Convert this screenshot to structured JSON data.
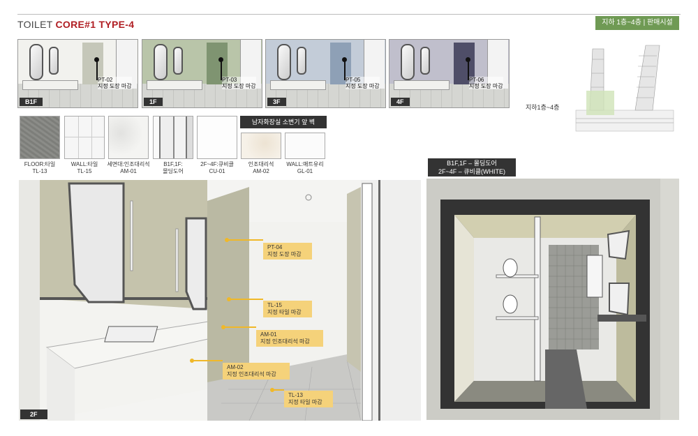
{
  "header": {
    "title_prefix": "TOILET ",
    "title_main": "CORE#1 TYPE-4",
    "badge": "지하 1층~4층 | 판매시설"
  },
  "colors": {
    "accent_red": "#b01e23",
    "badge_green": "#6f9a54",
    "annotation_yellow": "#f5d27a"
  },
  "thumbnails": [
    {
      "floor": "B1F",
      "code": "PT-02",
      "desc": "지정 도장 마감",
      "wall_color": "#f2f2ee",
      "panel_color": "#c5c7b9"
    },
    {
      "floor": "1F",
      "code": "PT-03",
      "desc": "지정 도장 마감",
      "wall_color": "#b9c5a9",
      "panel_color": "#7f9471"
    },
    {
      "floor": "3F",
      "code": "PT-05",
      "desc": "지정 도장 마감",
      "wall_color": "#c3ccd8",
      "panel_color": "#8ea0b6"
    },
    {
      "floor": "4F",
      "code": "PT-06",
      "desc": "지정 도장 마감",
      "wall_color": "#c0bfcc",
      "panel_color": "#4f4e68"
    }
  ],
  "swatches": [
    {
      "line1": "FLOOR:타일",
      "line2": "TL-13"
    },
    {
      "line1": "WALL:타일",
      "line2": "TL-15"
    },
    {
      "line1": "세면대:인조대리석",
      "line2": "AM-01"
    },
    {
      "line1": "B1F,1F:",
      "line2": "몰딩도어"
    },
    {
      "line1": "2F~4F:큐비클",
      "line2": "CU-01"
    },
    {
      "line1": "인조대리석",
      "line2": "AM-02"
    },
    {
      "line1": "WALL:매트유리",
      "line2": "GL-01"
    }
  ],
  "male_urinal_label": "남자화장실 소변기 앞 벽",
  "building_label": "지하1층~4층",
  "plan_label": {
    "line1": "B1F,1F – 몰딩도어",
    "line2": "2F~4F – 큐비클(WHITE)"
  },
  "perspective": {
    "floor_tag": "2F",
    "annotations": [
      {
        "code": "PT-04",
        "desc": "지정 도장 마감"
      },
      {
        "code": "TL-15",
        "desc": "지정 타일 마감"
      },
      {
        "code": "AM-01",
        "desc": "지정 인조대리석 마감"
      },
      {
        "code": "AM-02",
        "desc": "지정 인조대리석 마감"
      },
      {
        "code": "TL-13",
        "desc": "지정 타일 마감"
      }
    ]
  }
}
